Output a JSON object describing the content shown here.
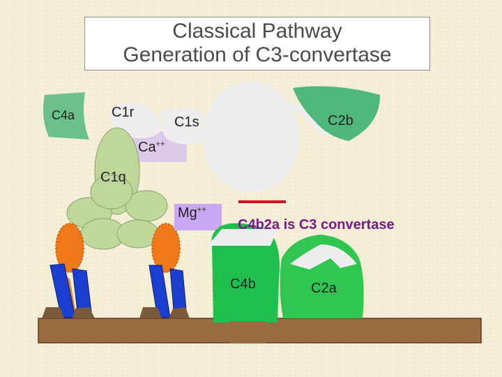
{
  "title": {
    "line1": "Classical Pathway",
    "line2": "Generation of C3-convertase"
  },
  "labels": {
    "c4a": "C4a",
    "c1r": "C1r",
    "c1s": "C1s",
    "c2b": "C2b",
    "ca": "Ca",
    "ca_sup": "++",
    "c1q": "C1q",
    "mg": "Mg",
    "mg_sup": "++",
    "c4b": "C4b",
    "c2a": "C2a"
  },
  "statement": "C4b2a is C3 convertase",
  "colors": {
    "c4a": "#6cc08a",
    "c1q": "#bfd89a",
    "c1s_ghost": "#eeeeee",
    "c2b": "#4db87a",
    "ca_box": "#dcc8e8",
    "mg_box": "#c8a8f0",
    "c4b": "#1dc04c",
    "c2a": "#30c450",
    "antibody": "#1a3fd0",
    "antigen": "#f07818",
    "membrane": "#9a6b3f",
    "red_bar": "#d01020"
  }
}
